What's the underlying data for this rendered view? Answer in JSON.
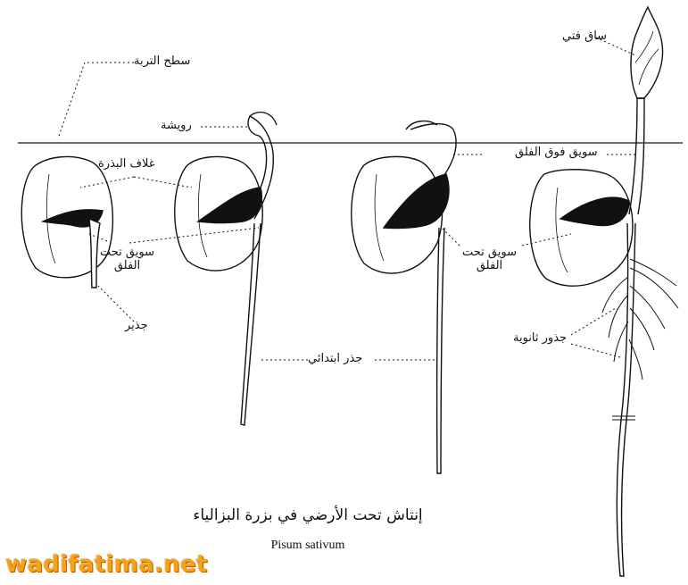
{
  "labels": {
    "soil_surface": "سطح التربة",
    "plumule": "رويشة",
    "seed_coat": "غلاف البذرة",
    "hypocotyl_left": "سويق تحت\nالفلق",
    "radicle": "جذير",
    "primary_root": "جذر ابتدائي",
    "hypocotyl_right": "سويق تحت\nالفلق",
    "epicotyl": "سويق فوق الفلق",
    "foliage_stem": "ساق فتي",
    "secondary_roots": "جذور ثانوية"
  },
  "caption": "إنتاش تحت الأرضي في بزرة البزالياء",
  "subcaption": "Pisum sativum",
  "watermark": "wadifatima.net",
  "colors": {
    "ink": "#111111",
    "watermark": "#f5a21a"
  }
}
